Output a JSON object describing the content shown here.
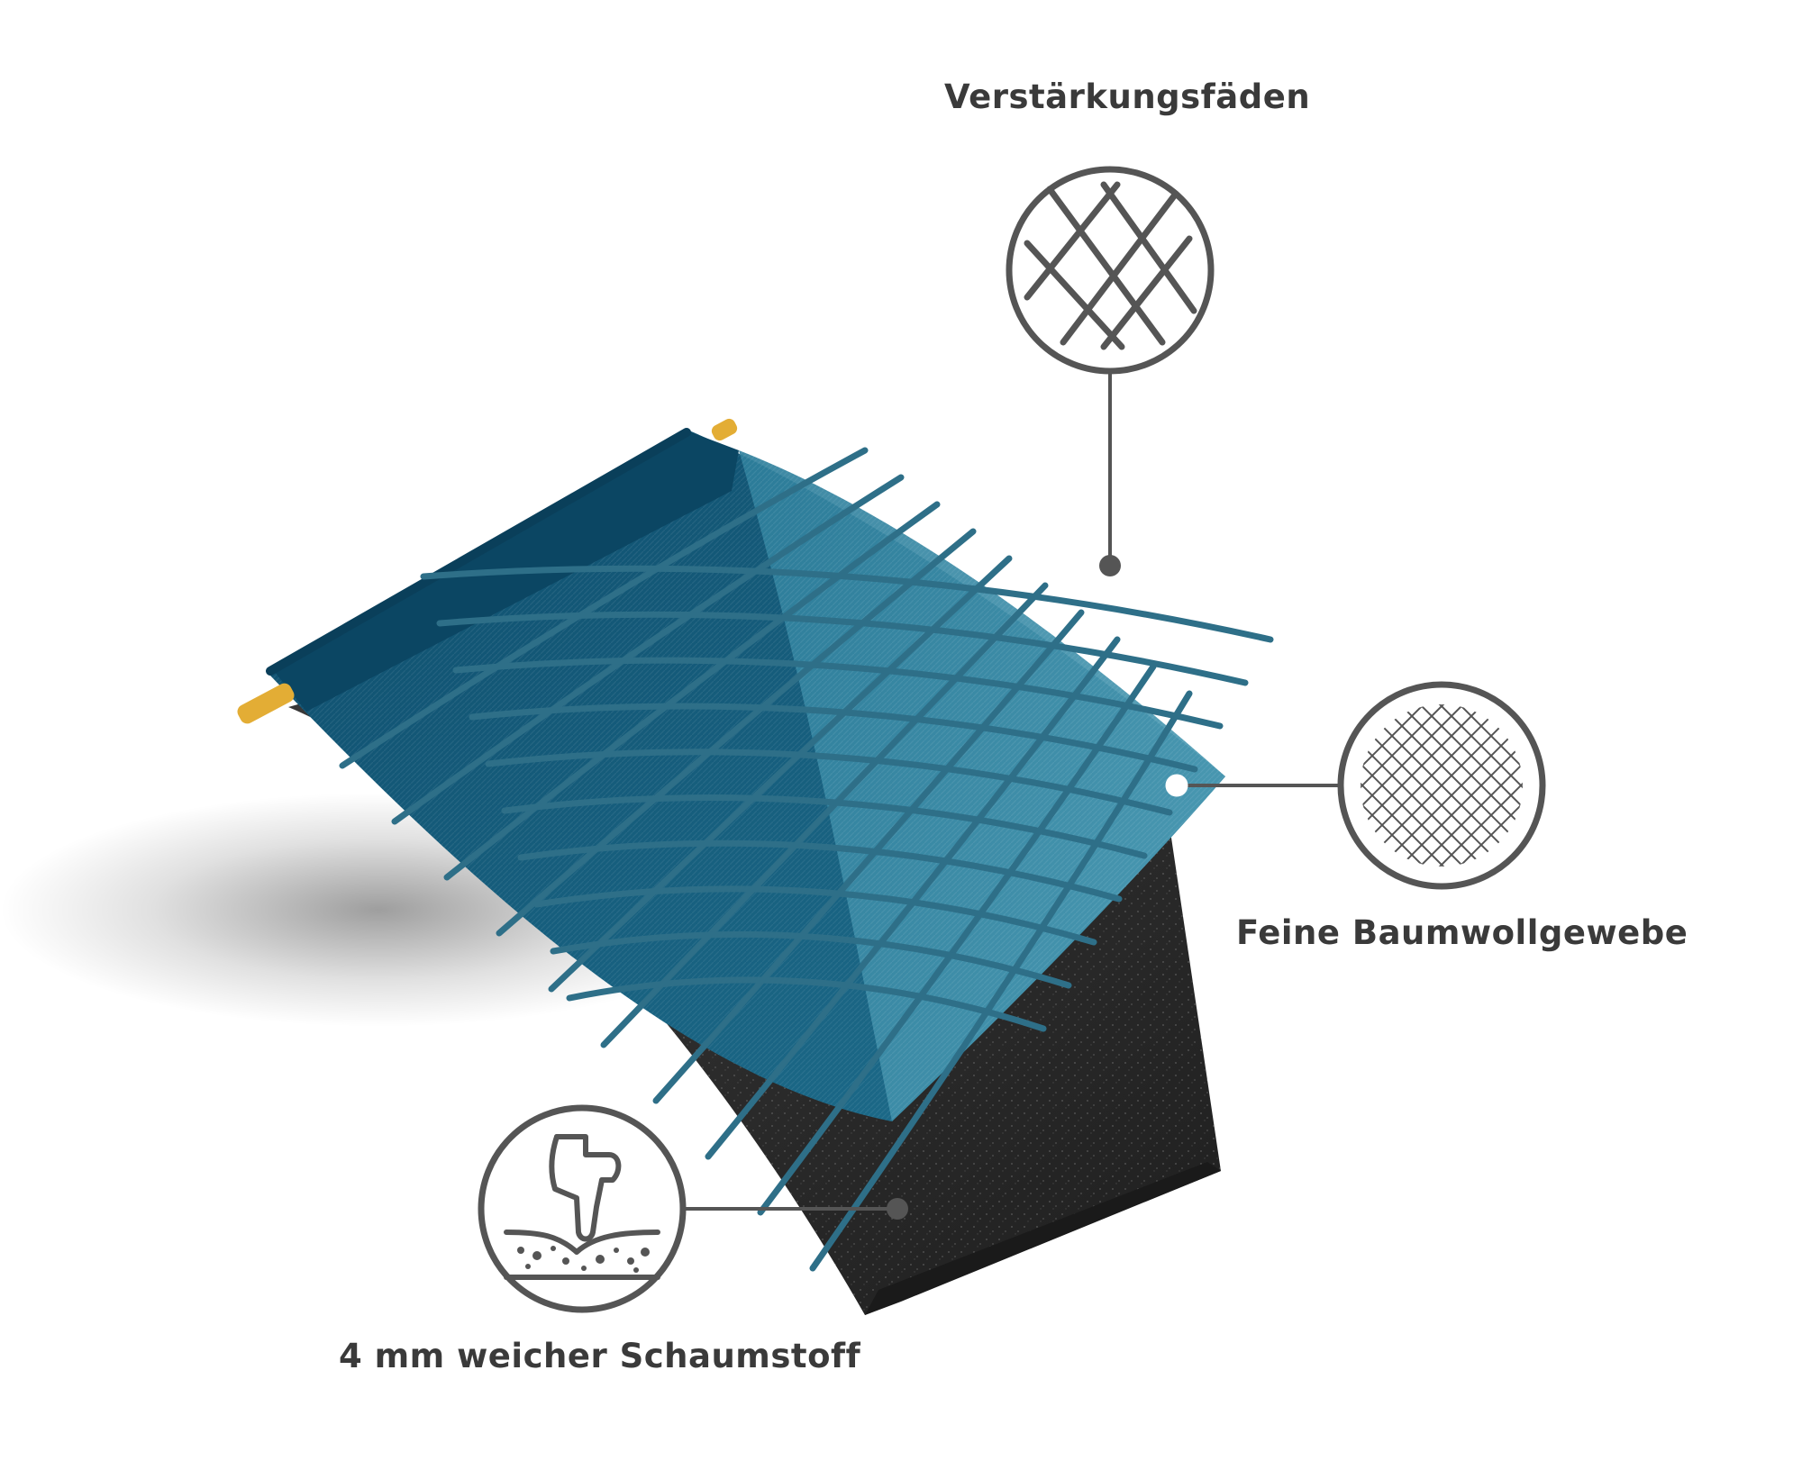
{
  "labels": {
    "threads": "Verstärkungsfäden",
    "fabric": "Feine Baumwollgewebe",
    "foam": "4 mm weicher Schaumstoff"
  },
  "icons": {
    "threads": "diagonal-grid-icon",
    "fabric": "fine-mesh-icon",
    "foam": "finger-press-foam-icon"
  },
  "colors": {
    "fabric_dark": "#0d4f6e",
    "fabric_mid": "#1b6a8a",
    "fabric_light": "#3c8fa9",
    "threads": "#2e6f88",
    "foam": "#2b2b2b",
    "rod": "#e6b23a",
    "callout": "#555555",
    "text": "#3a3a3a"
  }
}
